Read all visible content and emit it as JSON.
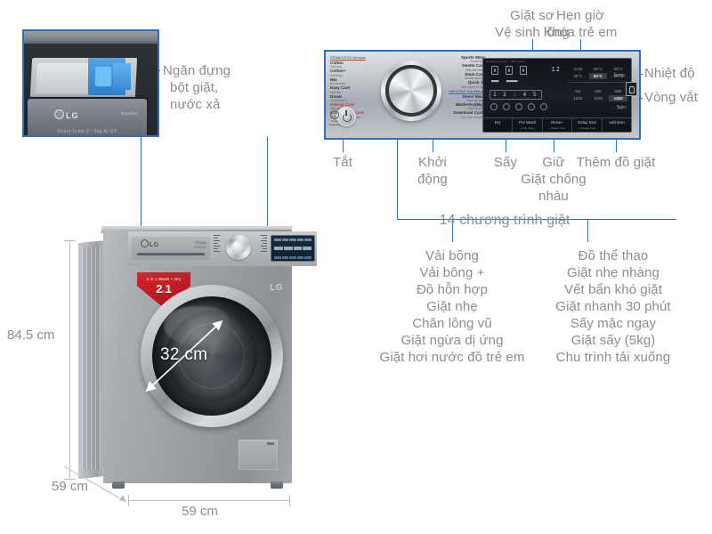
{
  "product": {
    "brand": "LG",
    "drawer_photo": {
      "lg_label": "LG",
      "inverter_label": "Inverter",
      "caption": "Direct Drive 9 / 5kg  AI DD"
    },
    "dimensions": {
      "height": "84.5 cm",
      "depth": "59 cm",
      "width": "59 cm",
      "door_diameter": "32 cm"
    },
    "badge": {
      "line1": "2 in 1 Wash + Dry",
      "value": "2",
      "unit": "in",
      "suffix": "1"
    }
  },
  "callouts": {
    "drawer": "Ngăn đựng\nbột giặt,\nnước xả",
    "drawer_lines": [
      "Ngăn đựng",
      "bột giặt,",
      "nước xả"
    ],
    "pre_wash": [
      "Giặt sơ",
      "Vệ sinh lồng"
    ],
    "timer": [
      "Hẹn giờ",
      "Khóa trẻ em"
    ],
    "temperature": "Nhiệt độ",
    "spin": "Vòng vắt",
    "power_off": "Tắt",
    "start": [
      "Khởi",
      "động"
    ],
    "dry": "Sấy",
    "hold": [
      "Giữ",
      "Giặt chống",
      "nhàu"
    ],
    "add_item": "Thêm đồ giặt"
  },
  "programs": {
    "title": "14 chương trình giặt",
    "left_column": [
      "Vải bông",
      "Vải bông +",
      "Đồ hỗn hợp",
      "Giặt nhẹ",
      "Chăn lông vũ",
      "Giặt ngừa dị ứng",
      "Giặt hơi nước đồ trẻ em"
    ],
    "right_column": [
      "Đồ thể thao",
      "Giặt nhẹ nhàng",
      "Vết bẩn khó giặt",
      "Giặt nhanh 30 phút",
      "Sấy mặc ngay",
      "Giặt sấy (5kg)",
      "Chu trình tải xuống"
    ]
  },
  "panel": {
    "steam_cycle_header": "STEAM CYCLE",
    "steam_cycle_sub": "Hơi nước",
    "dry_cycle_header": "DRY CYCLE",
    "dry_cycle_sub": "Chu trình sấy",
    "cycles_left": [
      {
        "name": "Cotton",
        "sub": "Vải bông"
      },
      {
        "name": "Cotton+",
        "sub": "Vải bông +"
      },
      {
        "name": "Mix",
        "sub": "Đồ hỗn hợp"
      },
      {
        "name": "Easy Care",
        "sub": "Giặt nhẹ"
      },
      {
        "name": "Duvet",
        "sub": "Chăn lông vũ"
      },
      {
        "name": "Allergy Care",
        "sub": "Giặt ngừa dị ứng"
      },
      {
        "name": "Baby Steam Care",
        "sub": "Giặt hơi nước đồ trẻ em"
      }
    ],
    "cycles_right": [
      {
        "name": "Sports Wear",
        "sub": "Đồ thể thao"
      },
      {
        "name": "Gentle Care",
        "sub": "Giặt nhẹ nhàng"
      },
      {
        "name": "Stain Care",
        "sub": "Vết bẩn khó giặt"
      },
      {
        "name": "Quick 30",
        "sub": "Giặt nhanh 30 phút"
      },
      {
        "name": "Direct Wear",
        "sub": "Sấy mặc ngay"
      },
      {
        "name": "Wash+Dry(5kg)",
        "sub": "Giặt sấy (5kg)"
      },
      {
        "name": "Download Cycle",
        "sub": "Chu trình tải xuống"
      }
    ],
    "display_title": "Display Function : Wifi Code",
    "time_value": "1 2 : 4 5",
    "temperature": {
      "label": "Temp.",
      "options": [
        "Cold",
        "20°C",
        "30°C",
        "40°C",
        "60°C",
        "95°C"
      ],
      "selected": "60°C"
    },
    "spin": {
      "label": "Spin",
      "options": [
        "No",
        "400",
        "800",
        "1000",
        "1200",
        "1400"
      ],
      "selected": "1400"
    },
    "buttons": [
      {
        "name": "Dry",
        "sub": ""
      },
      {
        "name": "Pre Wash",
        "sub": "+ Tub Clean"
      },
      {
        "name": "Rinse+",
        "sub": "+ Steam Care"
      },
      {
        "name": "Delay End",
        "sub": "+ Crease Care"
      },
      {
        "name": "Add Item",
        "sub": ""
      }
    ],
    "smart_diagnosis": "Smart Diagnosis",
    "power_icon": "power-icon",
    "start_icon": "play-pause-icon"
  },
  "colors": {
    "callout_line": "#2f6fb5",
    "text": "#8a8d91",
    "badge_red": "#c0242b"
  }
}
